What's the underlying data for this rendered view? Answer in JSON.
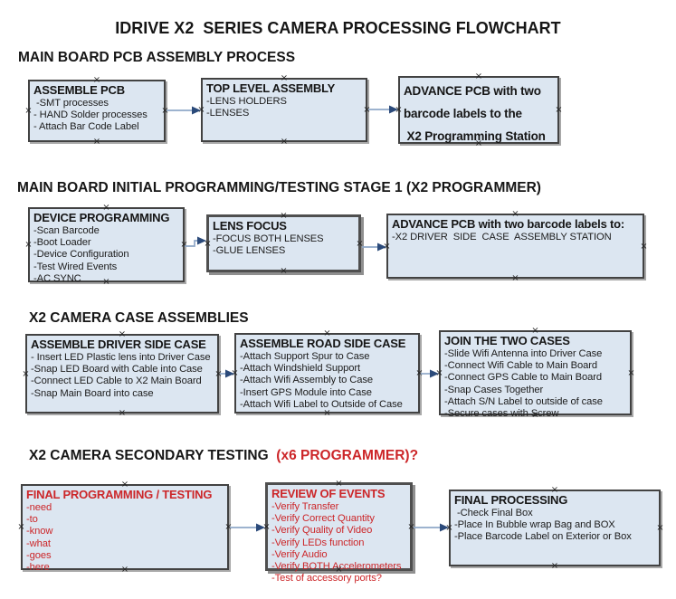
{
  "title": "IDRIVE X2  SERIES CAMERA PROCESSING FLOWCHART",
  "colors": {
    "box_fill": "#dce6f1",
    "box_border": "#424242",
    "red_text": "#cc2629",
    "arrow_line": "#8fa8c8",
    "arrow_head": "#2b4a7a"
  },
  "icons": {
    "connection_handle": "×"
  },
  "sections": [
    {
      "header": "MAIN BOARD PCB ASSEMBLY PROCESS",
      "boxes": [
        {
          "title": "ASSEMBLE PCB",
          "lines": [
            " -SMT processes",
            "- HAND Solder processes",
            "- Attach Bar Code Label"
          ]
        },
        {
          "title": "TOP LEVEL ASSEMBLY",
          "lines": [
            "-LENS HOLDERS",
            "-LENSES"
          ]
        },
        {
          "title": "ADVANCE PCB with two",
          "lines": [
            "barcode labels to the",
            " X2 Programming Station"
          ]
        }
      ]
    },
    {
      "header": "MAIN BOARD INITIAL PROGRAMMING/TESTING STAGE 1 (X2 PROGRAMMER)",
      "boxes": [
        {
          "title": "DEVICE PROGRAMMING",
          "lines": [
            "-Scan Barcode",
            "-Boot Loader",
            "-Device Configuration",
            "-Test Wired Events",
            "-AC SYNC"
          ]
        },
        {
          "title": "LENS FOCUS",
          "lines": [
            "-FOCUS BOTH LENSES",
            "-GLUE LENSES"
          ]
        },
        {
          "title": "ADVANCE PCB with two barcode labels to:",
          "lines": [
            "-X2 DRIVER  SIDE  CASE  ASSEMBLY STATION"
          ]
        }
      ]
    },
    {
      "header": "X2 CAMERA CASE ASSEMBLIES",
      "boxes": [
        {
          "title": "ASSEMBLE DRIVER SIDE CASE",
          "lines": [
            "- Insert LED Plastic lens into Driver Case",
            "-Snap LED Board with Cable into Case",
            "-Connect LED Cable to X2 Main Board",
            "-Snap Main Board into case"
          ]
        },
        {
          "title": "ASSEMBLE ROAD SIDE CASE",
          "lines": [
            "-Attach Support Spur to Case",
            "-Attach Windshield Support",
            "-Attach Wifi Assembly to Case",
            "-Insert GPS Module into Case",
            "-Attach Wifi Label to Outside of Case"
          ]
        },
        {
          "title": "JOIN THE TWO CASES",
          "lines": [
            "-Slide Wifi Antenna into Driver Case",
            "-Connect Wifi Cable to Main Board",
            "-Connect GPS Cable to Main Board",
            "-Snap Cases Together",
            "-Attach S/N Label to outside of case",
            "-Secure cases with Screw"
          ]
        }
      ]
    },
    {
      "header": "X2 CAMERA SECONDARY TESTING ",
      "header_red": " (x6 PROGRAMMER)?",
      "boxes": [
        {
          "title": "FINAL PROGRAMMING / TESTING",
          "lines": [
            "-need",
            "-to",
            "-know",
            "-what",
            "-goes",
            "-here"
          ]
        },
        {
          "title": "REVIEW OF EVENTS",
          "lines": [
            "-Verify Transfer",
            "-Verify Correct Quantity",
            "-Verify Quality of Video",
            "-Verify LEDs function",
            "-Verify Audio",
            "-Verify BOTH Accelerometers",
            "-Test of accessory ports?"
          ]
        },
        {
          "title": "FINAL PROCESSING",
          "lines": [
            " -Check Final Box",
            "-Place In Bubble wrap Bag and BOX",
            "-Place Barcode Label on Exterior or Box"
          ]
        }
      ]
    }
  ]
}
